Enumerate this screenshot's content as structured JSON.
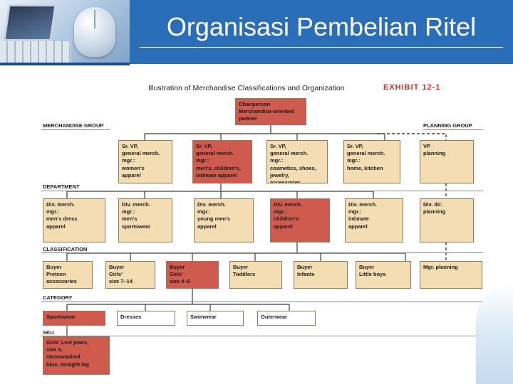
{
  "slide": {
    "title": "Organisasi Pembelian Ritel"
  },
  "exhibit": {
    "heading": "Illustration of Merchandise Classifications and Organization",
    "number": "EXHIBIT 12-1",
    "labels": {
      "merchandise_group": "MERCHANDISE GROUP",
      "planning_group": "PLANNING GROUP",
      "department": "DEPARTMENT",
      "classification": "CLASSIFICATION",
      "category": "CATEGORY",
      "sku": "SKU"
    },
    "chairperson": "Chairperson\nMerchandise-oriented\npartner",
    "vps": [
      "Sr. VP,\ngeneral merch.\nmgr.:\nwomen's\napparel",
      "Sr. VP,\ngeneral merch.\nmgr.:\nmen's, children's,\nintimate apparel",
      "Sr. VP,\ngeneral merch.\nmgr.:\ncosmetics, shoes,\njewelry,\naccessories",
      "Sr. VP,\ngeneral merch.\nmgr.:\nhome, kitchen",
      "VP\nplanning"
    ],
    "departments": [
      "Div. merch.\nmgr.:\nmen's dress\napparel",
      "Div. merch.\nmgr.:\nmen's\nsportswear",
      "Div. merch.\nmgr.:\nyoung men's\napparel",
      "Div. merch.\nmgr.:\nchildren's\napparel",
      "Div. merch.\nmgr.:\nintimate\napparel",
      "Div. dir.\nplanning"
    ],
    "classifications": [
      "Buyer\nPreteen\naccessories",
      "Buyer\nGirls'\nsize 7–14",
      "Buyer\nGirls'\nsize 4–6",
      "Buyer\nToddlers",
      "Buyer\nInfants",
      "Buyer\nLittle boys",
      "Mgr. planning"
    ],
    "categories": [
      "Sportswear",
      "Dresses",
      "Swimwear",
      "Outerwear"
    ],
    "sku": "Girls' Levi jeans,\nsize 5,\nstonewashed\nblue, straight leg"
  },
  "colors": {
    "header": "#2a6db8",
    "box": "#f4ddb2",
    "highlight": "#cf5a4e"
  }
}
